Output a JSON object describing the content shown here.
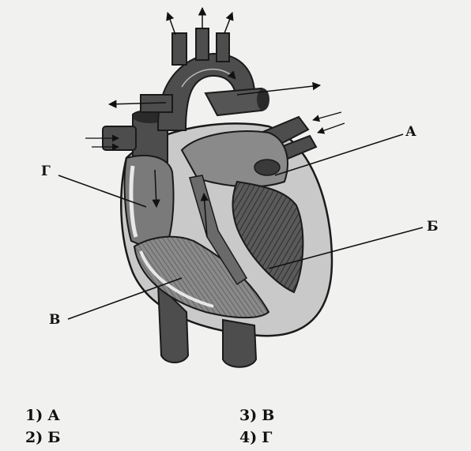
{
  "diagram": {
    "labels": {
      "a": "А",
      "b": "Б",
      "v": "В",
      "g": "Г"
    }
  },
  "answers": [
    {
      "num": "1)",
      "letter": "А"
    },
    {
      "num": "2)",
      "letter": "Б"
    },
    {
      "num": "3)",
      "letter": "В"
    },
    {
      "num": "4)",
      "letter": "Г"
    }
  ],
  "colors": {
    "background": "#f1f1f0",
    "heart_outline": "#1a1a1a",
    "dark_vessel": "#4d4d4d",
    "mid_tissue": "#7a7a7a",
    "light_chamber": "#d3d3d3",
    "shell": "#c9c9c9"
  }
}
